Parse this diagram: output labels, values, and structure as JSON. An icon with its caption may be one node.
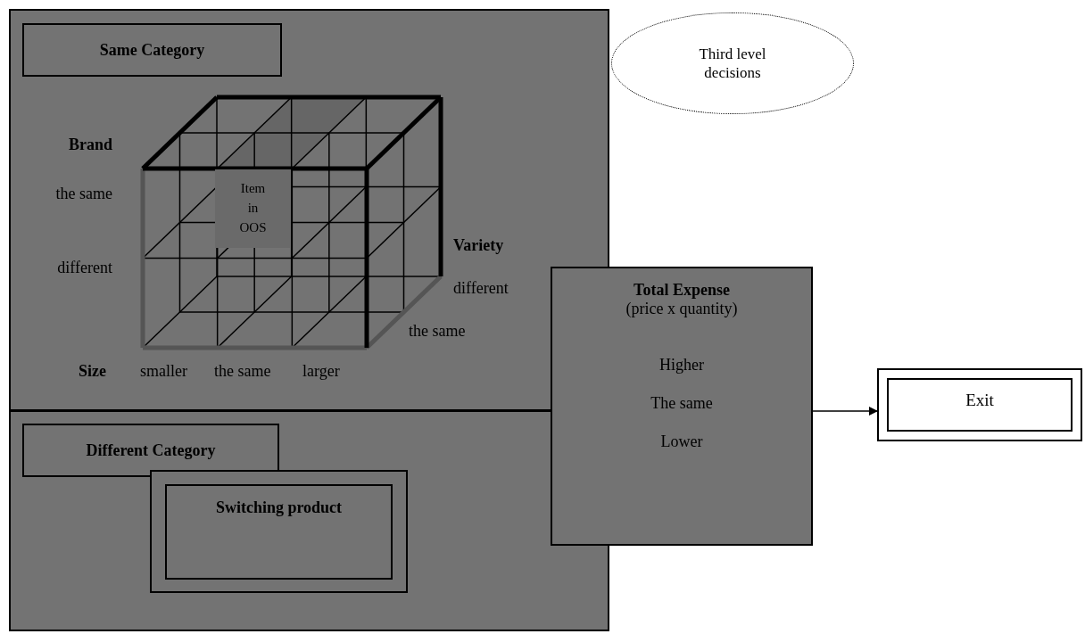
{
  "diagram": {
    "nodes": [
      {
        "text": [],
        "shape": "box"
      },
      {
        "text": [
          "Same Category"
        ],
        "in": 0
      },
      {
        "text": [
          "Item in OOS"
        ],
        "in": 0
      },
      {
        "text": [],
        "shape": "box"
      },
      {
        "text": [
          "Different Category"
        ],
        "in": 3
      },
      {
        "text": [
          "Switching product"
        ],
        "in": 3
      },
      {
        "text": [
          "Third level decisions"
        ]
      },
      {
        "text": [
          "Total Expense",
          "(price x quantity)",
          "Higher",
          "The same",
          "Lower"
        ]
      },
      {
        "text": [
          "Exit"
        ]
      }
    ],
    "edges": [
      {
        "from": 7,
        "to": 8,
        "arrow": "to"
      }
    ],
    "labels": [
      "Brand",
      "the same",
      "different",
      "Variety",
      "different",
      "the same",
      "Size",
      "smaller",
      "the same",
      "larger"
    ]
  }
}
